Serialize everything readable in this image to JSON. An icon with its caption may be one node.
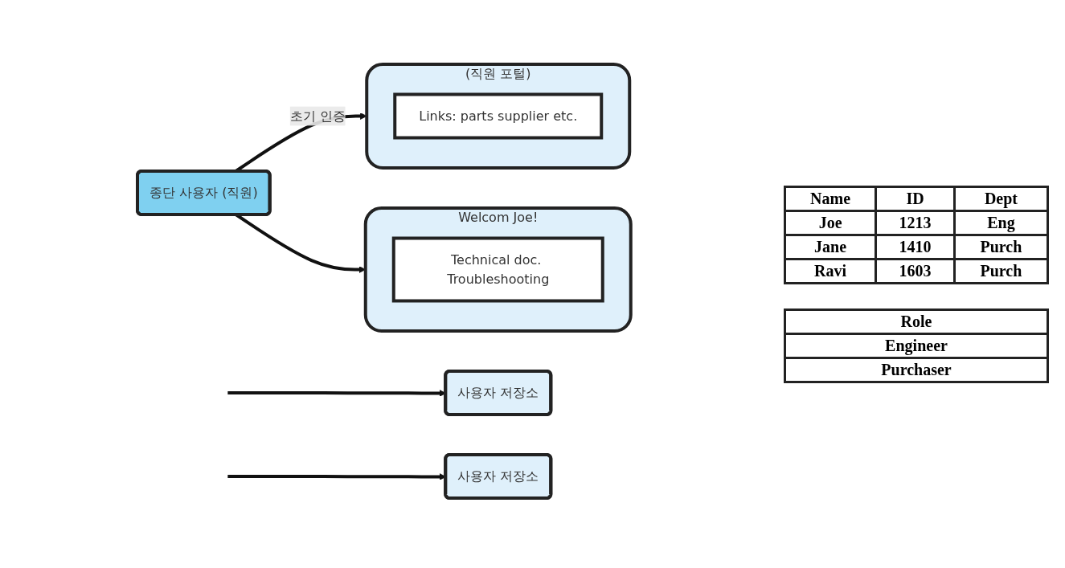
{
  "diagram": {
    "nodes": [
      {
        "text": [
          "(직원 포털)"
        ]
      },
      {
        "text": [
          "Links: parts supplier etc."
        ],
        "in": 0
      },
      {
        "text": [
          "사용자 저장소"
        ]
      },
      {
        "text": [
          "종단 사용자 (직원)"
        ]
      },
      {
        "text": [
          "Welcom Joe!"
        ]
      },
      {
        "text": [
          "Technical doc. Troubleshooting"
        ],
        "in": 4
      },
      {
        "text": [
          "사용자 저장소"
        ]
      }
    ],
    "edges": [
      {
        "from": 3,
        "to": 0,
        "arrow": "to",
        "label": "초기 인증"
      },
      {
        "from": 3,
        "to": 4,
        "arrow": "to"
      },
      {
        "from": null,
        "to": 2,
        "arrow": "to"
      },
      {
        "from": null,
        "to": 6,
        "arrow": "to"
      }
    ],
    "labels": [
      "Name",
      "ID",
      "Dept",
      "Joe",
      "1213",
      "Eng",
      "Jane",
      "1410",
      "Purch",
      "Ravi",
      "1603",
      "Purch",
      "Role",
      "Engineer",
      "Purchaser"
    ]
  }
}
